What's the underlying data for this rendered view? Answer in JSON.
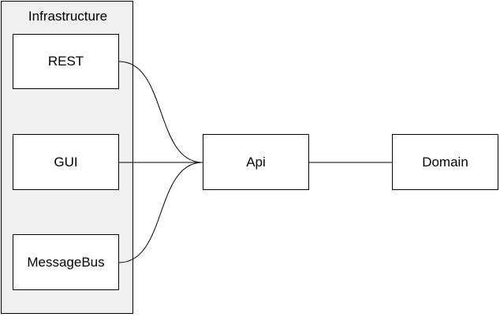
{
  "diagram": {
    "group": {
      "title": "Infrastructure"
    },
    "nodes": {
      "rest": "REST",
      "gui": "GUI",
      "message_bus": "MessageBus",
      "api": "Api",
      "domain": "Domain"
    },
    "edges": [
      {
        "from": "REST",
        "to": "Api"
      },
      {
        "from": "GUI",
        "to": "Api"
      },
      {
        "from": "MessageBus",
        "to": "Api"
      },
      {
        "from": "Api",
        "to": "Domain"
      }
    ]
  }
}
